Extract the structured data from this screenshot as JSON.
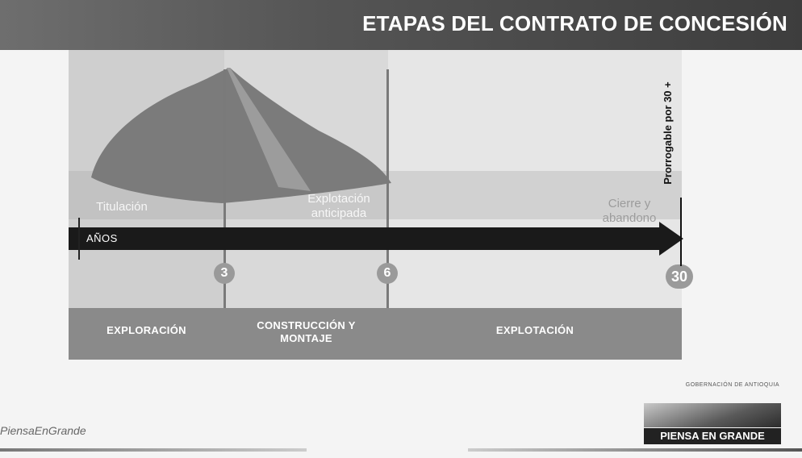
{
  "header": {
    "title": "ETAPAS DEL CONTRATO DE CONCESIÓN"
  },
  "diagram": {
    "axis_label": "AÑOS",
    "markers": [
      "3",
      "6",
      "30"
    ],
    "faded_labels": {
      "start": "Titulación",
      "early_exploitation": "Explotación\nanticipada",
      "closure": "Cierre y\nabandono"
    },
    "extension_note": "Prorrogable por 30 +",
    "stages": [
      "EXPLORACIÓN",
      "CONSTRUCCIÓN Y\nMONTAJE",
      "EXPLOTACIÓN"
    ]
  },
  "footer": {
    "government": "GOBERNACIÓN DE ANTIOQUIA",
    "hashtag": "PiensaEnGrande",
    "logo_text": "PIENSA EN GRANDE"
  }
}
